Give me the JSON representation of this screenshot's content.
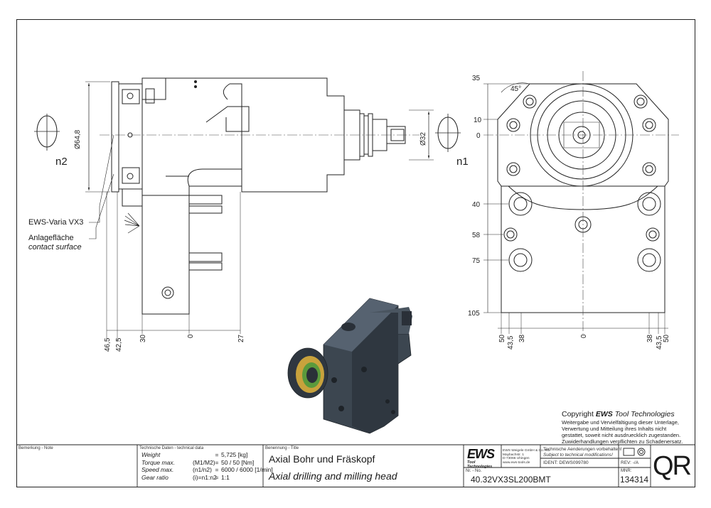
{
  "dimensions": {
    "side_view": {
      "diam_left": "Ø64,8",
      "diam_right": "Ø32",
      "rot_left": "n2",
      "rot_right": "n1",
      "bottom": [
        "46,5",
        "42,5",
        "30",
        "0",
        "27"
      ]
    },
    "front_view": {
      "left": [
        "35",
        "10",
        "0",
        "40",
        "58",
        "75",
        "105"
      ],
      "angle": "45°",
      "bottom": [
        "50",
        "43,5",
        "38",
        "0",
        "38",
        "43,5",
        "50"
      ]
    }
  },
  "callouts": {
    "varia": "EWS-Varia VX3",
    "contact_de": "Anlagefläche",
    "contact_en": "contact surface"
  },
  "copyright": {
    "line1_prefix": "Copyright ",
    "line1_brand": "EWS",
    "line1_suffix": " Tool Technologies",
    "notice": "Weitergabe und Vervielfältigung dieser Unterlage,\nVerwertung und Mitteilung ihres Inhalts nicht\ngestattet, soweit nicht ausdruecklich zugestanden.\nZuwiderhandlungen verpflichten zu Schadenersatz."
  },
  "title_block": {
    "remark_label": "Bemerkung - Note",
    "tech_label": "Technische Daten - technical data",
    "tech_rows": [
      {
        "k": "Weight",
        "k2": "",
        "v": "5,725 [kg]"
      },
      {
        "k": "Torque max.",
        "k2": "(M1/M2)",
        "v": "50 / 50 [Nm]"
      },
      {
        "k": "Speed max.",
        "k2": "(n1/n2)",
        "v": "6000 / 6000 [1/min]"
      },
      {
        "k": "Gear ratio",
        "k2": "(i)=n1:n2",
        "v": "1:1"
      }
    ],
    "name_label": "Benennung - Title",
    "title_de": "Axial Bohr und Fräskopf",
    "title_en": "Axial drilling and milling head",
    "logo_text": "EWS",
    "logo_sub": "Tool Technologies",
    "address": "EWS Weigele GmbH & Co. KG\nMaybachstr. 1\nD-73066 Uhingen\nwww.ews-tools.de",
    "note_de": "Technische Aenderungen vorbehalten!",
    "note_en": "Subject to technical modifications!",
    "ident": "IDENT: DEWS099780",
    "rev": "REV: -/A",
    "nr_label": "Nr. - No.",
    "part_no": "40.32VX3SL200BMT",
    "mnr_label": "MNR:",
    "mnr": "134314",
    "qr": "QR"
  },
  "colors": {
    "line": "#222222",
    "center_line": "#444444",
    "body_3d": "#3c4650",
    "body_3d_light": "#566270",
    "accent_gold": "#c8a23c",
    "accent_green": "#5a9a3c"
  }
}
